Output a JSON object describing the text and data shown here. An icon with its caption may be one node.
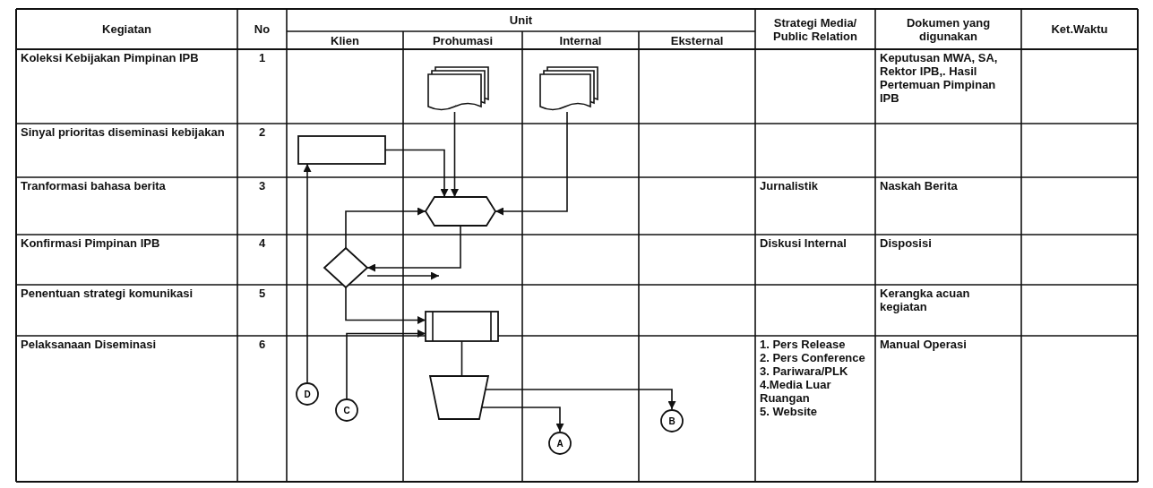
{
  "diagram": {
    "nodes": [
      {
        "text": [],
        "shape": "document"
      },
      {
        "text": [],
        "shape": "document"
      },
      {
        "text": [],
        "shape": "box"
      },
      {
        "text": [],
        "shape": "hexagon"
      },
      {
        "text": [],
        "shape": "diamond"
      },
      {
        "text": [],
        "shape": "box"
      },
      {
        "text": [],
        "shape": "trapezoid"
      },
      {
        "text": [
          "D"
        ]
      },
      {
        "text": [
          "C"
        ]
      },
      {
        "text": [
          "A"
        ]
      },
      {
        "text": [
          "B"
        ]
      }
    ],
    "edges": [
      {
        "from": 0,
        "to": 3,
        "arrow": "to"
      },
      {
        "from": 2,
        "to": 3,
        "arrow": "to"
      },
      {
        "from": 1,
        "to": 3,
        "arrow": "to"
      },
      {
        "from": 4,
        "to": 3,
        "arrow": "to"
      },
      {
        "from": 3,
        "to": 4,
        "arrow": "to"
      },
      {
        "from": 4,
        "to": null,
        "arrow": "to"
      },
      {
        "from": 4,
        "to": 5,
        "arrow": "to"
      },
      {
        "from": 8,
        "to": 5,
        "arrow": "to"
      },
      {
        "from": 7,
        "to": 2,
        "arrow": "to"
      },
      {
        "from": 5,
        "to": 6,
        "arrow": "none"
      },
      {
        "from": 6,
        "to": 9,
        "arrow": "to"
      },
      {
        "from": 6,
        "to": 10,
        "arrow": "to"
      }
    ],
    "labels": [
      "Kegiatan",
      "No",
      "Unit",
      "Strategi Media/ Public Relation",
      "Dokumen yang digunakan",
      "Ket.Waktu",
      "Klien",
      "Prohumasi",
      "Internal",
      "Eksternal",
      "Koleksi Kebijakan Pimpinan IPB",
      "1",
      "Keputusan MWA, SA, Rektor IPB,. Hasil Pertemuan Pimpinan IPB",
      "Sinyal prioritas diseminasi kebijakan",
      "2",
      "Tranformasi bahasa berita",
      "3",
      "Jurnalistik",
      "Naskah Berita",
      "Konfirmasi Pimpinan IPB",
      "4",
      "Diskusi Internal",
      "Disposisi",
      "Penentuan strategi komunikasi",
      "5",
      "Kerangka acuan kegiatan",
      "Pelaksanaan Diseminasi",
      "6",
      "1. Pers Release",
      "2. Pers Conference",
      "3. Pariwara/PLK",
      "4.Media Luar Ruangan",
      "5. Website",
      "Manual Operasi"
    ]
  }
}
